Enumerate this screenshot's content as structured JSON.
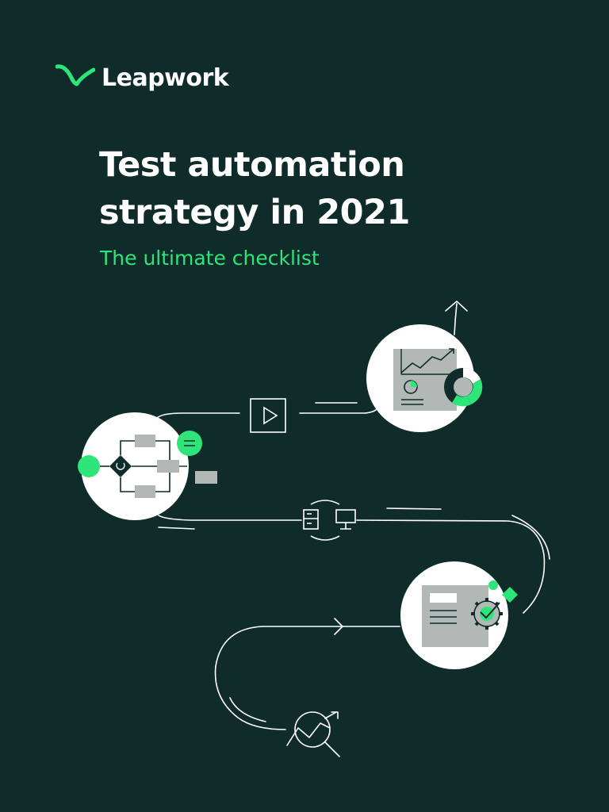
{
  "brand": {
    "name": "Leapwork",
    "accent_color": "#2ee57a",
    "background_color": "#0f2b2a"
  },
  "cover": {
    "title_line_1": "Test automation",
    "title_line_2": "strategy in 2021",
    "subtitle": "The ultimate checklist"
  },
  "illustration": {
    "icons": [
      "flow-diagram-icon",
      "play-button-icon",
      "analytics-dashboard-icon",
      "arrow-up-icon",
      "server-computer-icon",
      "settings-check-icon",
      "arrow-right-icon",
      "magnifier-chart-icon"
    ]
  }
}
